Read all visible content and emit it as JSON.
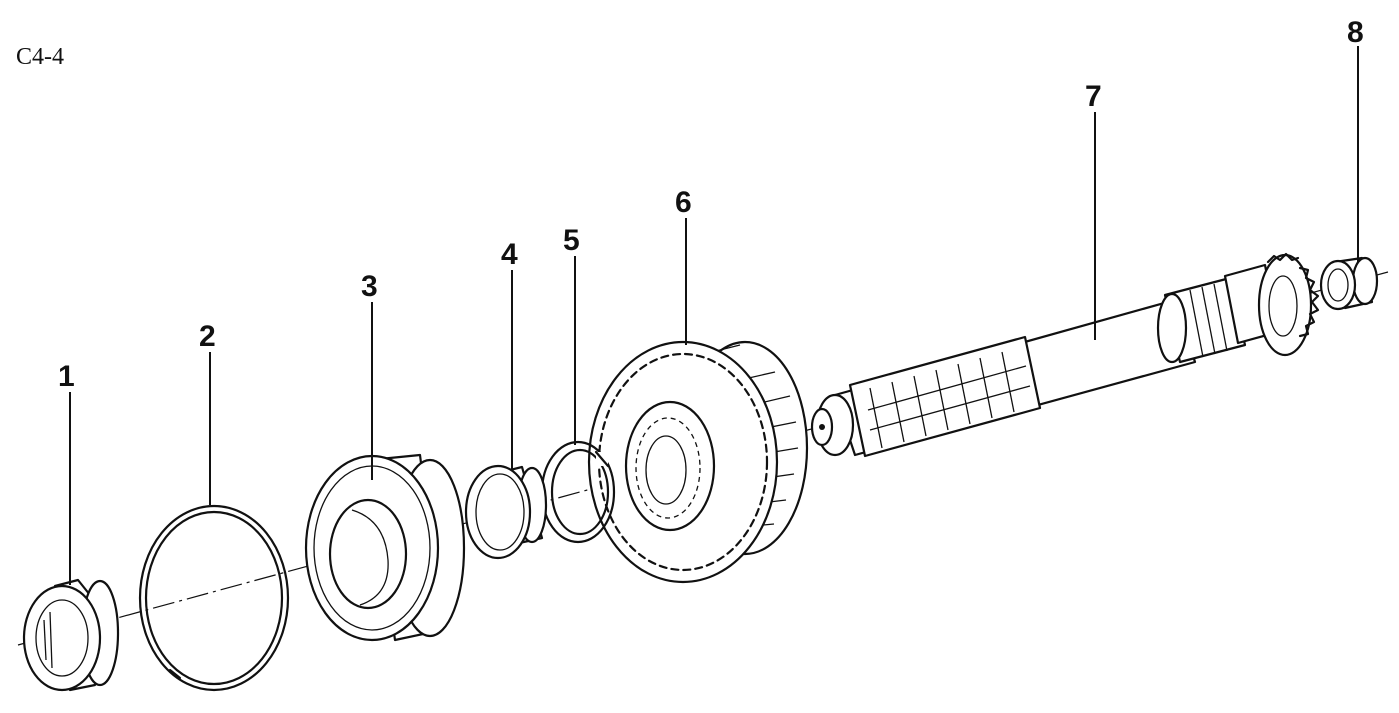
{
  "figure_code": "C4-4",
  "callouts": [
    {
      "id": "1",
      "label": "1"
    },
    {
      "id": "2",
      "label": "2"
    },
    {
      "id": "3",
      "label": "3"
    },
    {
      "id": "4",
      "label": "4"
    },
    {
      "id": "5",
      "label": "5"
    },
    {
      "id": "6",
      "label": "6"
    },
    {
      "id": "7",
      "label": "7"
    },
    {
      "id": "8",
      "label": "8"
    }
  ]
}
